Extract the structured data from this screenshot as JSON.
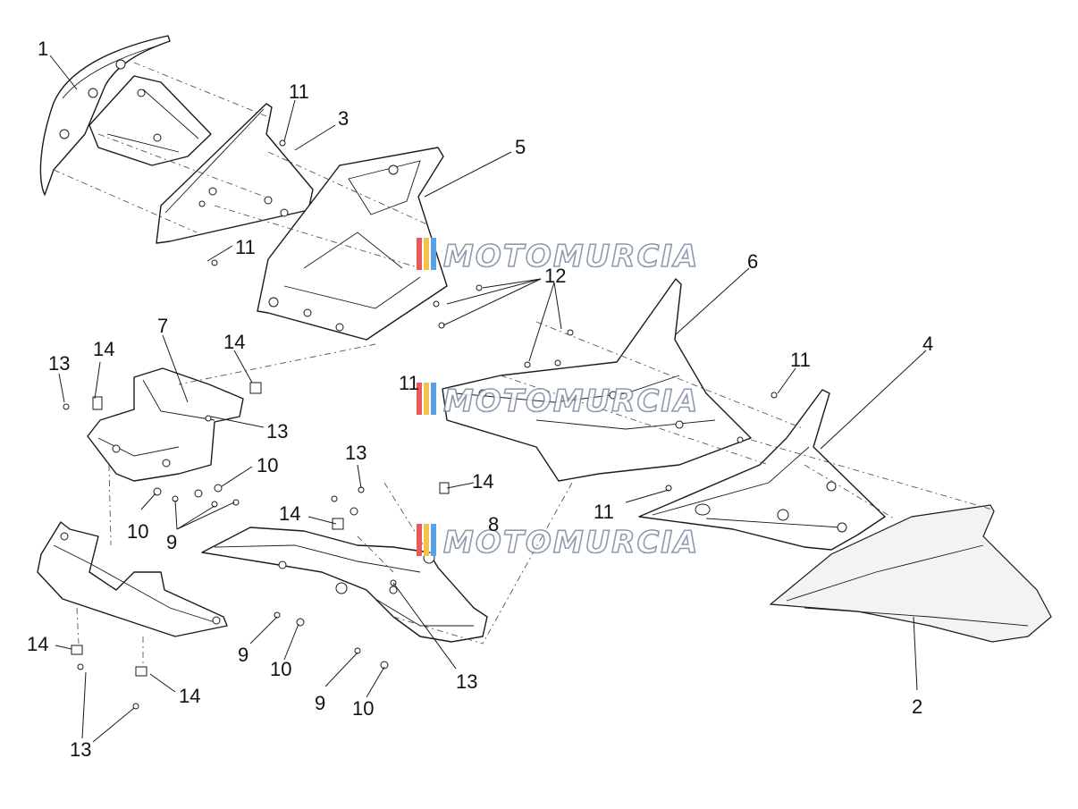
{
  "watermark": {
    "text": "MOTOMURCIA",
    "colors": [
      "#e85a5a",
      "#f2c14e",
      "#5aa0e8",
      "#7a8aa0"
    ]
  },
  "callouts": [
    {
      "id": "c1",
      "text": "1"
    },
    {
      "id": "c11a",
      "text": "11"
    },
    {
      "id": "c3",
      "text": "3"
    },
    {
      "id": "c5",
      "text": "5"
    },
    {
      "id": "c11b",
      "text": "11"
    },
    {
      "id": "c12",
      "text": "12"
    },
    {
      "id": "c6",
      "text": "6"
    },
    {
      "id": "c4",
      "text": "4"
    },
    {
      "id": "c11c",
      "text": "11"
    },
    {
      "id": "c7",
      "text": "7"
    },
    {
      "id": "c14a",
      "text": "14"
    },
    {
      "id": "c14b",
      "text": "14"
    },
    {
      "id": "c13a",
      "text": "13"
    },
    {
      "id": "c13b",
      "text": "13"
    },
    {
      "id": "c1b",
      "text": "11"
    },
    {
      "id": "c10a",
      "text": "10"
    },
    {
      "id": "c10b",
      "text": "10"
    },
    {
      "id": "c9a",
      "text": "9"
    },
    {
      "id": "c13c",
      "text": "13"
    },
    {
      "id": "c14c",
      "text": "14"
    },
    {
      "id": "c14d",
      "text": "14"
    },
    {
      "id": "c8",
      "text": "8"
    },
    {
      "id": "c11d",
      "text": "11"
    },
    {
      "id": "c9b",
      "text": "9"
    },
    {
      "id": "c10c",
      "text": "10"
    },
    {
      "id": "c13d",
      "text": "13"
    },
    {
      "id": "c9c",
      "text": "9"
    },
    {
      "id": "c10d",
      "text": "10"
    },
    {
      "id": "c2",
      "text": "2"
    },
    {
      "id": "c14e",
      "text": "14"
    },
    {
      "id": "c14f",
      "text": "14"
    },
    {
      "id": "c13e",
      "text": "13"
    }
  ]
}
